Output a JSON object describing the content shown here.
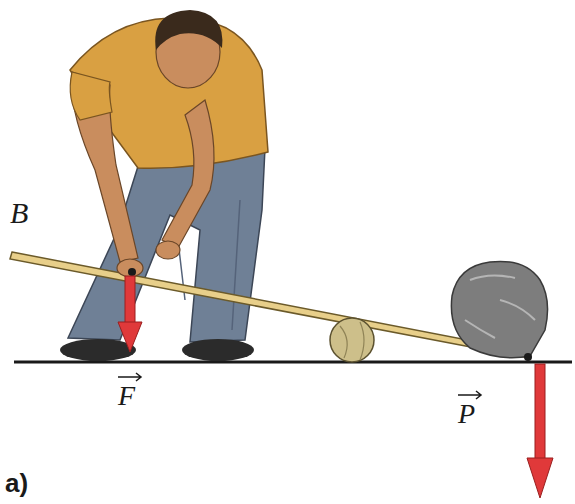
{
  "diagram": {
    "labels": [
      "B",
      "F",
      "P",
      "a)"
    ]
  }
}
